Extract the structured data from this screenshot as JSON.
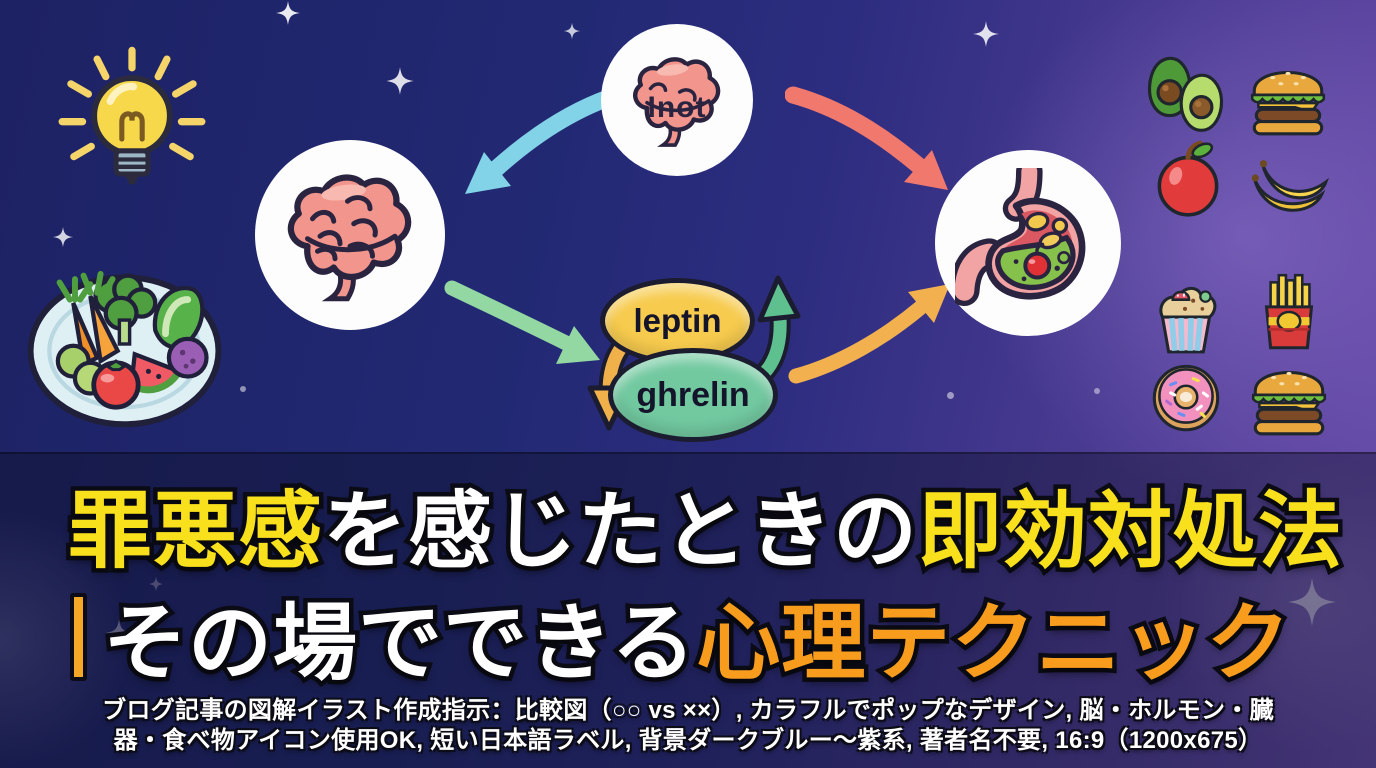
{
  "title_block": {
    "line1": {
      "highlight1": "罪悪感",
      "middle": "を感じたときの",
      "highlight2": "即効対処法"
    },
    "line2": {
      "white": "その場でできる",
      "highlight": "心理テクニック"
    },
    "colors": {
      "highlight_yellow": "#f8e01c",
      "highlight_orange": "#f79c1d",
      "bar_orange": "#f5a728",
      "text_white": "#ffffff",
      "outline": "#0c0c16"
    }
  },
  "instruction_text": {
    "line1": "ブログ記事の図解イラスト作成指示：比較図（○○ vs ××）, カラフルでポップなデザイン, 脳・ホルモン・臓",
    "line2": "器・食べ物アイコン使用OK, 短い日本語ラベル, 背景ダークブルー〜紫系, 著者名不要, 16:9（1200x675）"
  },
  "diagram": {
    "source_brain_label": "Inot",
    "hormone_leptin": "leptin",
    "hormone_ghrelin": "ghrelin",
    "nodes": [
      "brain",
      "hormones",
      "stomach"
    ],
    "arrow_colors": {
      "blue": "#82d3e8",
      "red": "#f0786c",
      "green": "#93d8a2",
      "orange": "#f2b14e",
      "leptin_down": "#f0b04a",
      "ghrelin_up": "#5ec08f"
    },
    "bubble_colors": {
      "leptin": "#f7cb4e",
      "ghrelin": "#72c9a0"
    }
  },
  "side_icons": {
    "left": [
      "light-bulb",
      "vegetable-plate"
    ],
    "right": [
      "avocado",
      "hamburger",
      "apple",
      "banana",
      "cupcake",
      "french-fries",
      "donut",
      "hamburger"
    ]
  },
  "background": {
    "navy": "#1d2264",
    "purple": "#6a4fae",
    "band_overlay": "rgba(12,14,36,0.40)"
  }
}
